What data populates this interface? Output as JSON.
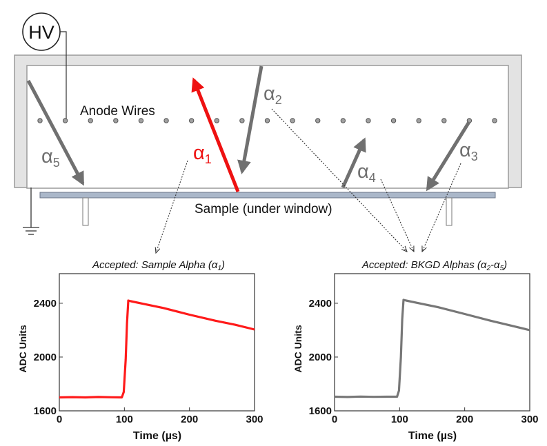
{
  "diagram": {
    "hv_label": "HV",
    "anode_label": "Anode Wires",
    "sample_label": "Sample (under window)",
    "alpha_symbol": "α",
    "alphas": [
      {
        "sub": "1",
        "color": "#ee1111"
      },
      {
        "sub": "2",
        "color": "#707070"
      },
      {
        "sub": "3",
        "color": "#707070"
      },
      {
        "sub": "4",
        "color": "#707070"
      },
      {
        "sub": "5",
        "color": "#707070"
      }
    ],
    "wire_count": 19
  },
  "chart_data": [
    {
      "type": "line",
      "title_prefix": "Accepted: Sample Alpha (",
      "title_symbol": "α",
      "title_sub": "1",
      "title_suffix": ")",
      "xlabel": "Time (µs)",
      "ylabel": "ADC Units",
      "xticks": [
        0,
        100,
        200,
        300
      ],
      "yticks": [
        1600,
        2000,
        2400
      ],
      "xlim": [
        0,
        300
      ],
      "ylim": [
        1600,
        2620
      ],
      "color": "#ff1a1a",
      "x": [
        0,
        20,
        40,
        60,
        80,
        96,
        99,
        102,
        104,
        106,
        110,
        130,
        160,
        200,
        240,
        270,
        300
      ],
      "y": [
        1700,
        1702,
        1700,
        1703,
        1701,
        1700,
        1740,
        1980,
        2250,
        2420,
        2415,
        2395,
        2365,
        2315,
        2270,
        2240,
        2205
      ]
    },
    {
      "type": "line",
      "title_prefix": "Accepted: BKGD Alphas (",
      "title_symbol": "α",
      "title_sub": "2",
      "title_mid": "-α",
      "title_sub2": "5",
      "title_suffix": ")",
      "xlabel": "Time (µs)",
      "ylabel": "ADC Units",
      "xticks": [
        0,
        100,
        200,
        300
      ],
      "yticks": [
        1600,
        2000,
        2400
      ],
      "xlim": [
        0,
        300
      ],
      "ylim": [
        1600,
        2620
      ],
      "color": "#777777",
      "x": [
        0,
        20,
        40,
        60,
        80,
        96,
        99,
        102,
        104,
        106,
        110,
        130,
        160,
        200,
        240,
        270,
        300
      ],
      "y": [
        1705,
        1703,
        1706,
        1704,
        1705,
        1705,
        1750,
        2000,
        2280,
        2425,
        2420,
        2400,
        2370,
        2320,
        2270,
        2235,
        2200
      ]
    }
  ]
}
